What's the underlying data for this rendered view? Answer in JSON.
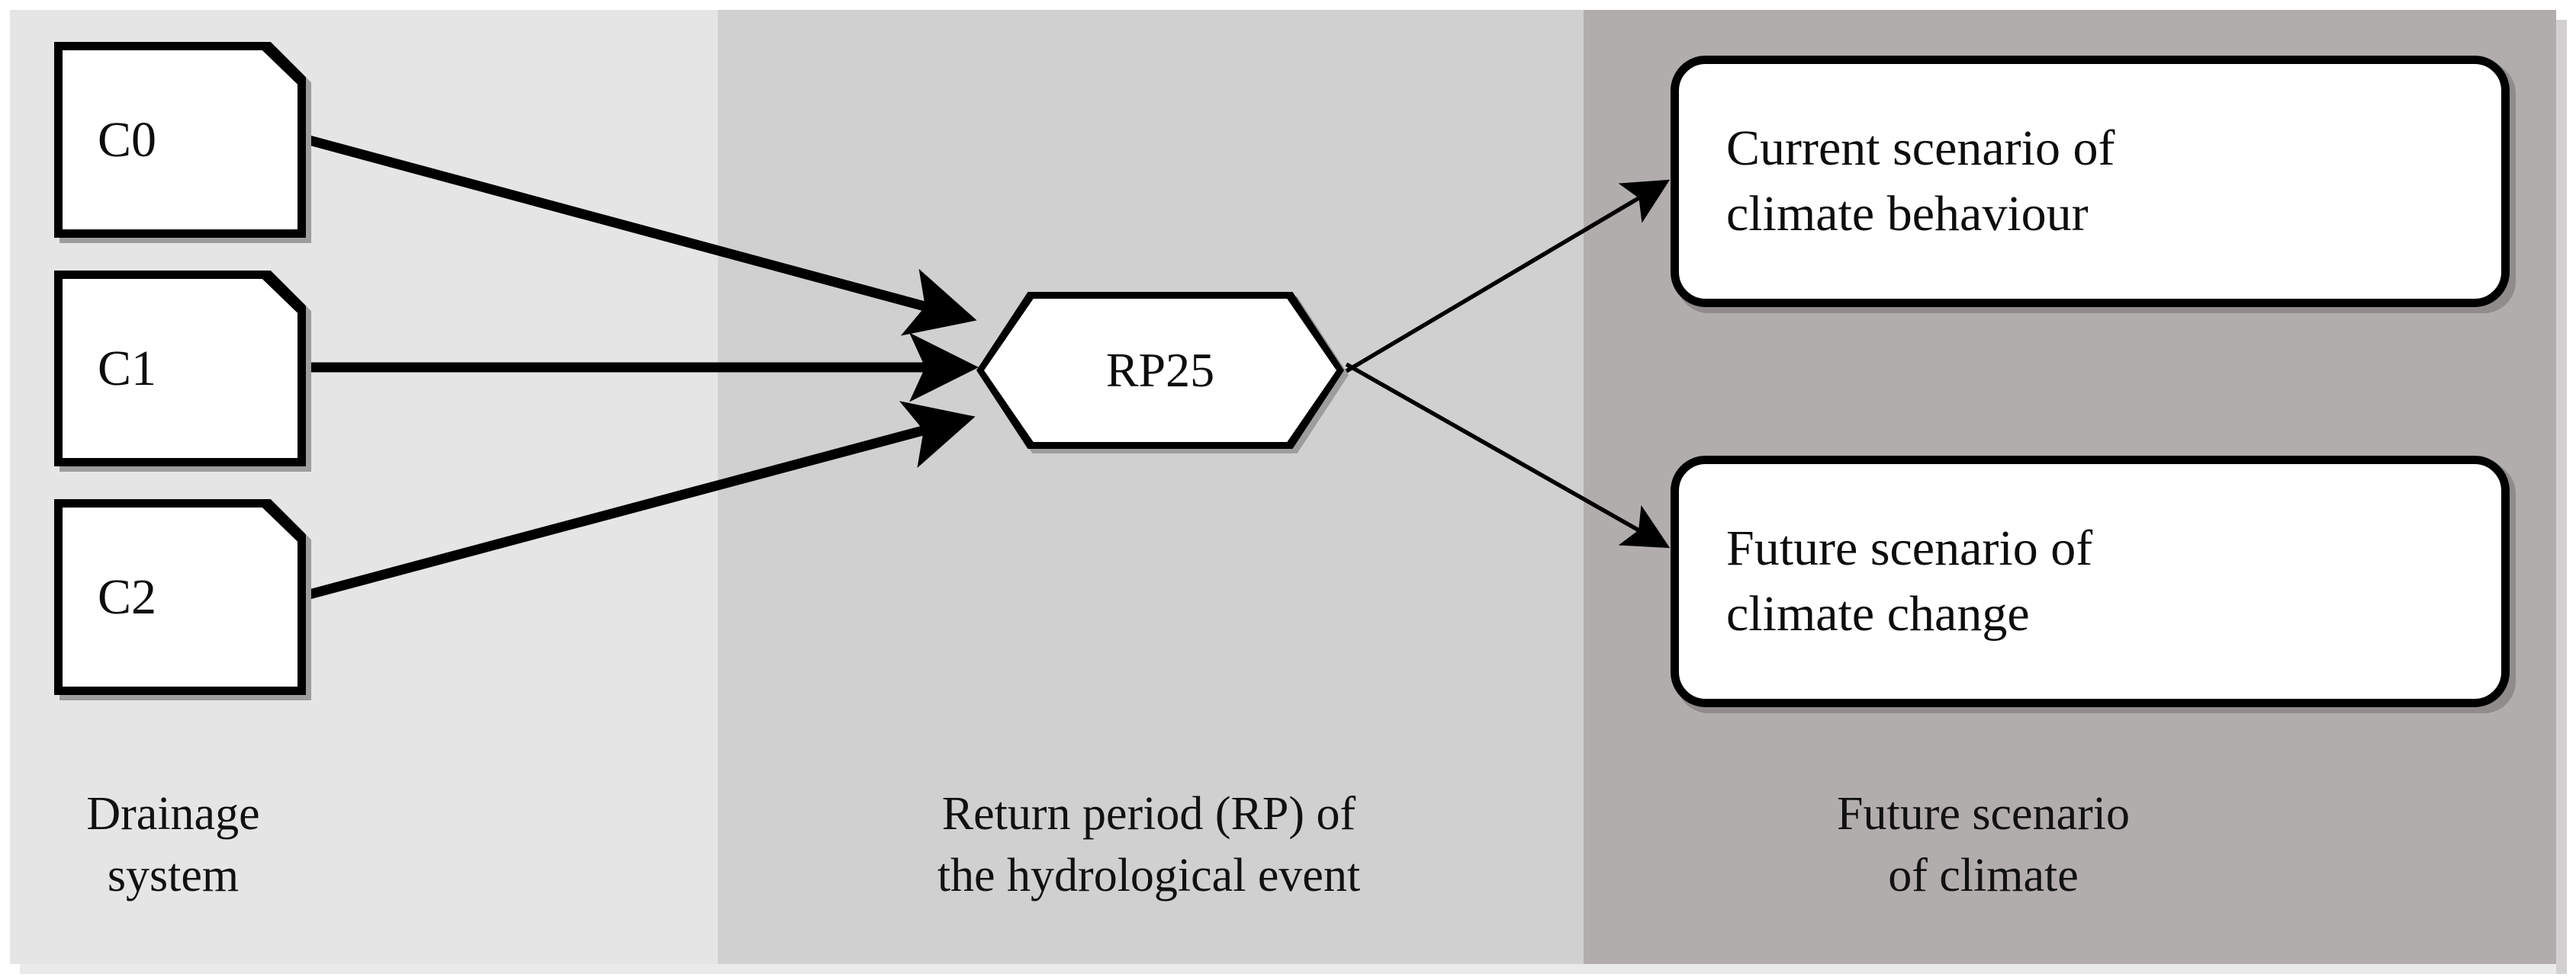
{
  "diagram": {
    "title": "Drainage system / return period / future climate scenario flow diagram",
    "bands": [
      {
        "id": "drainage",
        "color": "#E5E5E5",
        "caption_line1": "Drainage",
        "caption_line2": "system"
      },
      {
        "id": "return",
        "color": "#D0D0D0",
        "caption_line1": "Return period (RP) of",
        "caption_line2": "the hydrological event"
      },
      {
        "id": "climate",
        "color": "#B0ADAC",
        "caption_line1": "Future scenario",
        "caption_line2": "of climate"
      }
    ],
    "sources": [
      {
        "id": "c0",
        "label": "C0"
      },
      {
        "id": "c1",
        "label": "C1"
      },
      {
        "id": "c2",
        "label": "C2"
      }
    ],
    "process": {
      "id": "rp25",
      "label": "RP25"
    },
    "outcomes": [
      {
        "id": "current",
        "line1": "Current scenario of",
        "line2": "climate behaviour"
      },
      {
        "id": "future",
        "line1": "Future scenario of",
        "line2": "climate change"
      }
    ],
    "edges": [
      {
        "from": "c0",
        "to": "rp25",
        "style": "thick"
      },
      {
        "from": "c1",
        "to": "rp25",
        "style": "thick"
      },
      {
        "from": "c2",
        "to": "rp25",
        "style": "thick"
      },
      {
        "from": "rp25",
        "to": "current",
        "style": "thin"
      },
      {
        "from": "rp25",
        "to": "future",
        "style": "thin"
      }
    ],
    "colors": {
      "stroke": "#000000",
      "node_fill": "#FFFFFF",
      "shadow": "#9D9D9D",
      "text": "#111111",
      "page": "#FFFFFF"
    }
  }
}
